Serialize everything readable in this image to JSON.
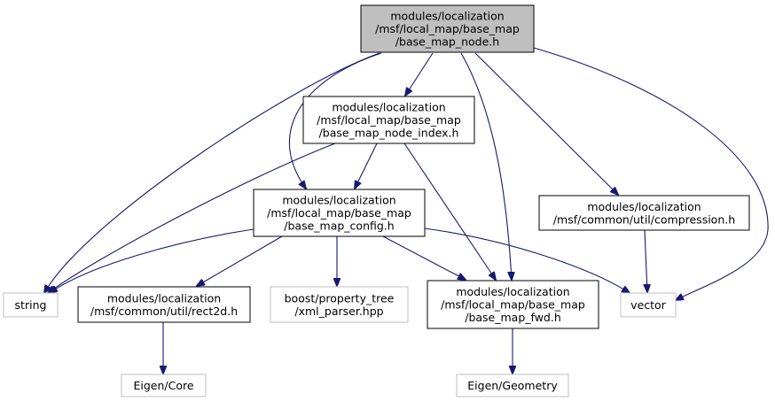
{
  "colors": {
    "edge": "#191970",
    "root_fill": "#bfbfbf",
    "node_fill": "#ffffff",
    "node_border": "#000000",
    "external_border": "#bfbfbf",
    "external_text": "#404040"
  },
  "nodes": {
    "base_map_node": {
      "lines": [
        "modules/localization",
        "/msf/local_map/base_map",
        "/base_map_node.h"
      ]
    },
    "base_map_node_index": {
      "lines": [
        "modules/localization",
        "/msf/local_map/base_map",
        "/base_map_node_index.h"
      ]
    },
    "base_map_config": {
      "lines": [
        "modules/localization",
        "/msf/local_map/base_map",
        "/base_map_config.h"
      ]
    },
    "compression": {
      "lines": [
        "modules/localization",
        "/msf/common/util/compression.h"
      ]
    },
    "string": {
      "lines": [
        "string"
      ]
    },
    "rect2d": {
      "lines": [
        "modules/localization",
        "/msf/common/util/rect2d.h"
      ]
    },
    "xml_parser": {
      "lines": [
        "boost/property_tree",
        "/xml_parser.hpp"
      ]
    },
    "base_map_fwd": {
      "lines": [
        "modules/localization",
        "/msf/local_map/base_map",
        "/base_map_fwd.h"
      ]
    },
    "vector": {
      "lines": [
        "vector"
      ]
    },
    "eigen_core": {
      "lines": [
        "Eigen/Core"
      ]
    },
    "eigen_geometry": {
      "lines": [
        "Eigen/Geometry"
      ]
    }
  },
  "edges": [
    [
      "base_map_node",
      "base_map_node_index"
    ],
    [
      "base_map_node",
      "string"
    ],
    [
      "base_map_node",
      "base_map_config"
    ],
    [
      "base_map_node",
      "base_map_fwd"
    ],
    [
      "base_map_node",
      "compression"
    ],
    [
      "base_map_node",
      "vector"
    ],
    [
      "base_map_node_index",
      "string"
    ],
    [
      "base_map_node_index",
      "base_map_config"
    ],
    [
      "base_map_node_index",
      "base_map_fwd"
    ],
    [
      "base_map_config",
      "string"
    ],
    [
      "base_map_config",
      "rect2d"
    ],
    [
      "base_map_config",
      "xml_parser"
    ],
    [
      "base_map_config",
      "base_map_fwd"
    ],
    [
      "base_map_config",
      "vector"
    ],
    [
      "compression",
      "vector"
    ],
    [
      "rect2d",
      "eigen_core"
    ],
    [
      "base_map_fwd",
      "eigen_geometry"
    ]
  ]
}
